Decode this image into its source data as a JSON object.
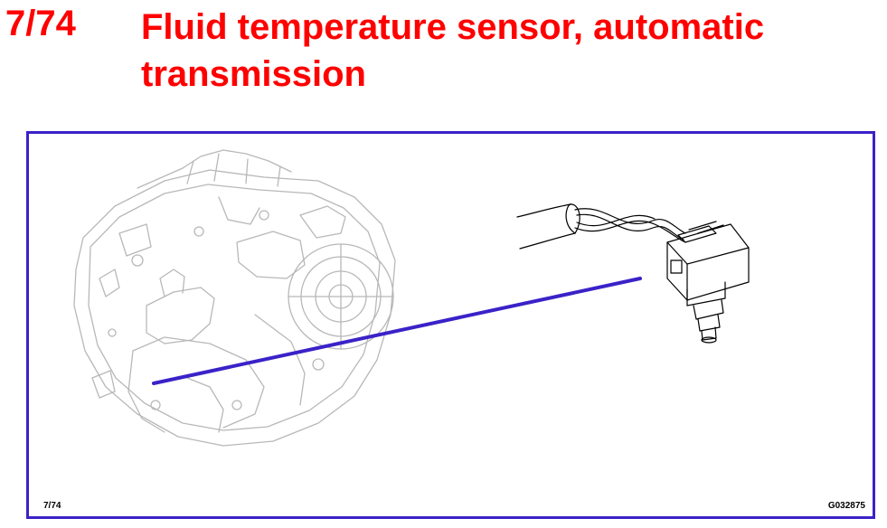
{
  "header": {
    "slide_number": "7/74",
    "title": "Fluid temperature sensor, automatic transmission"
  },
  "figure": {
    "page_ref": "7/74",
    "image_code": "G032875",
    "colors": {
      "title": "#ff0000",
      "frame": "#3a22c8",
      "leader_line": "#3a22c8",
      "drawing_light": "#b8b8b8",
      "drawing_dark": "#000000"
    },
    "icons": [
      "transmission-drawing-icon",
      "temperature-sensor-icon"
    ]
  }
}
